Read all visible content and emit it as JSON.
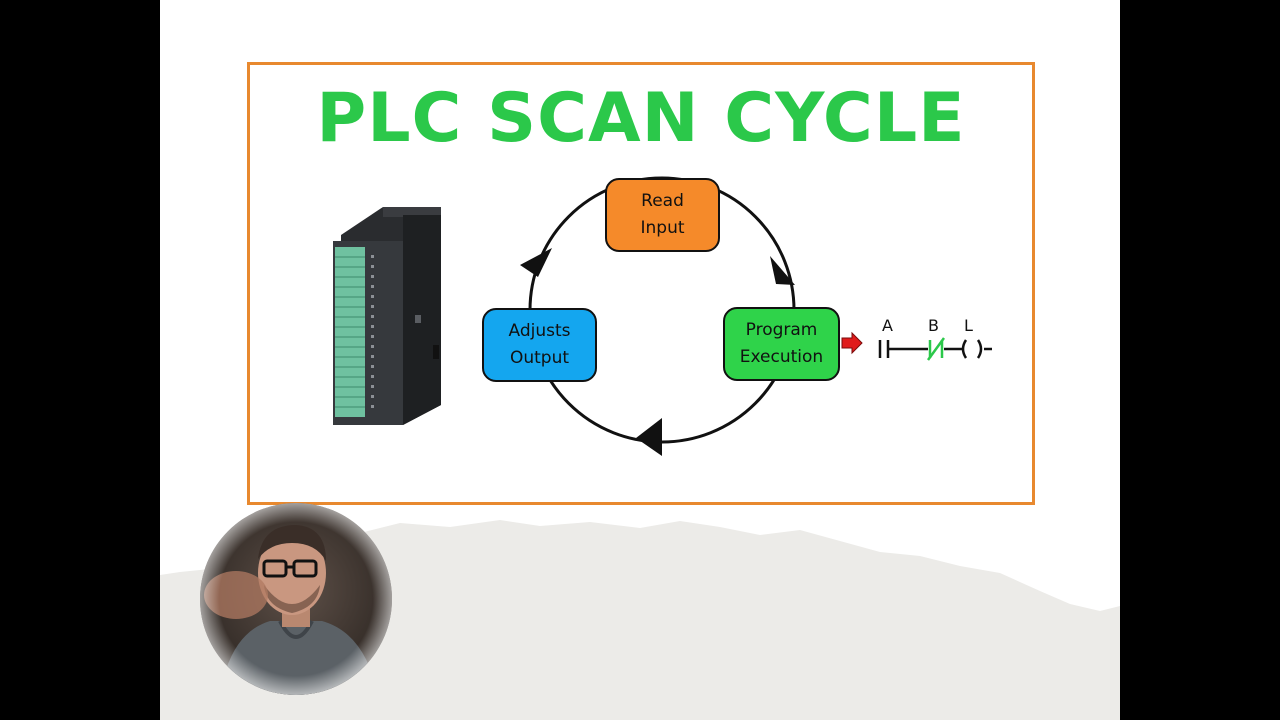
{
  "title": "PLC SCAN CYCLE",
  "nodes": {
    "read_input": {
      "label": "Read\nInput",
      "color": "#f58a2a"
    },
    "program_execution": {
      "label": "Program\nExecution",
      "color": "#2fd34a"
    },
    "adjusts_output": {
      "label": "Adjusts\nOutput",
      "color": "#14a6ef"
    }
  },
  "ladder": {
    "contact_a": "A",
    "contact_b": "B",
    "coil_l": "L",
    "highlight": "#2bc84a"
  },
  "colors": {
    "frame": "#e8892f",
    "title": "#2bc84a",
    "arrow": "#e01b1b",
    "module_led": "#6fc1a0"
  },
  "icons": [
    "plc-module-icon",
    "arrow-right-icon",
    "arrowhead-icon",
    "webcam-presenter"
  ]
}
